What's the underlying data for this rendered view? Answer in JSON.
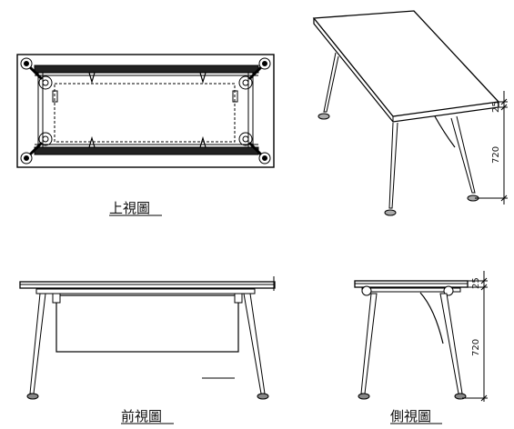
{
  "views": {
    "top": {
      "label": "上視圖"
    },
    "front": {
      "label": "前視圖"
    },
    "side": {
      "label": "側視圖"
    }
  },
  "dimensions": {
    "top_thickness": "25",
    "leg_height": "720"
  }
}
